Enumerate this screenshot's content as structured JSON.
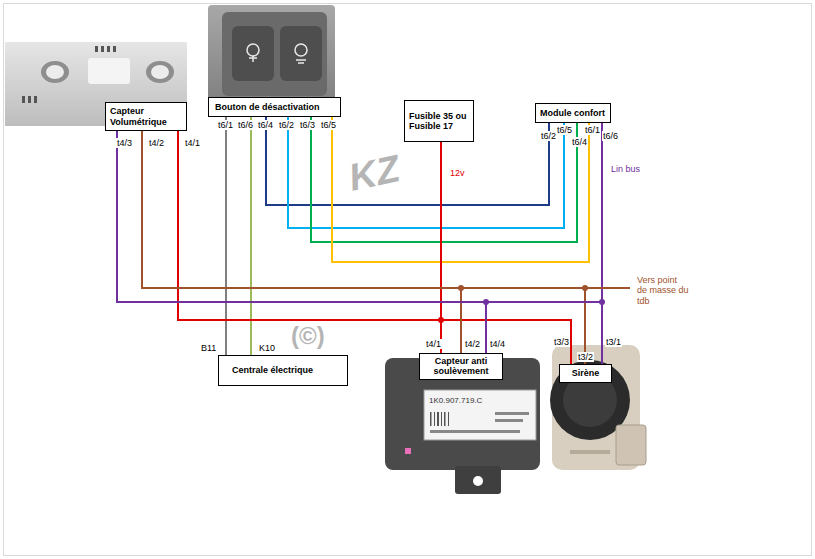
{
  "diagram": {
    "nodes": [
      {
        "text": [
          "Capteur Volumétrique"
        ]
      },
      {
        "text": [
          "Bouton de désactivation"
        ]
      },
      {
        "text": [
          "Fusible 35 ou Fusible 17"
        ]
      },
      {
        "text": [
          "Module confort"
        ]
      },
      {
        "text": [
          "Centrale électrique"
        ]
      },
      {
        "text": [
          "Capteur anti soulèvement"
        ]
      },
      {
        "text": [
          "Sirène"
        ]
      }
    ],
    "edges": [
      {
        "from": 1,
        "to": 3,
        "arrow": "none"
      },
      {
        "from": 1,
        "to": 3,
        "arrow": "none"
      },
      {
        "from": 1,
        "to": 3,
        "arrow": "none"
      },
      {
        "from": 1,
        "to": 3,
        "arrow": "none"
      },
      {
        "from": 1,
        "to": 4,
        "arrow": "none"
      },
      {
        "from": 1,
        "to": 4,
        "arrow": "none"
      },
      {
        "from": 2,
        "to": 5,
        "arrow": "none"
      },
      {
        "from": 2,
        "to": 0,
        "arrow": "none"
      },
      {
        "from": 2,
        "to": 6,
        "arrow": "none"
      },
      {
        "from": 0,
        "to": 5,
        "arrow": "none"
      },
      {
        "from": 0,
        "to": 6,
        "arrow": "none"
      },
      {
        "from": 3,
        "to": 0,
        "arrow": "none"
      },
      {
        "from": 3,
        "to": 5,
        "arrow": "none"
      },
      {
        "from": 3,
        "to": 6,
        "arrow": "none"
      }
    ],
    "labels": [
      "t4/3",
      "t4/2",
      "t4/1",
      "t6/1",
      "t6/6",
      "t6/4",
      "t6/2",
      "t6/3",
      "t6/5",
      "12v",
      "t6/2",
      "t6/5",
      "t6/4",
      "t6/1",
      "t6/6",
      "Lin bus",
      "Vers point de masse du tdb",
      "B11",
      "K10",
      "t4/1",
      "t4/2",
      "t4/4",
      "t3/3",
      "t3/2",
      "t3/1",
      "KZ",
      "(©)",
      "1K0.907.719.C"
    ]
  }
}
